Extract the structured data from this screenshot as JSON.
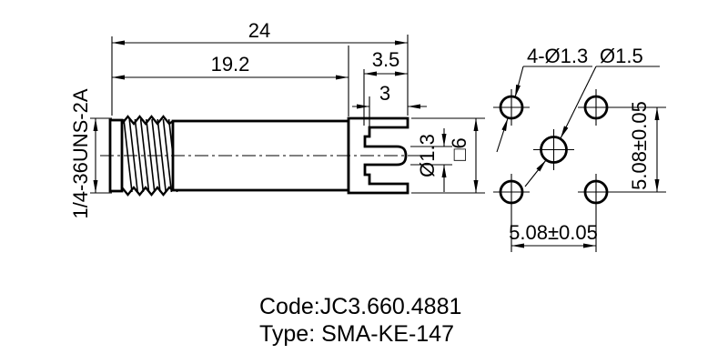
{
  "meta": {
    "background_color": "#ffffff",
    "line_color": "#000000",
    "drawing_kind": "connector technical drawing"
  },
  "side_view": {
    "thread_spec": "1/4-36UNS-2A",
    "dims": {
      "overall_length": "24",
      "body_length": "19.2",
      "mount_depth": "3.5",
      "tab_length": "3",
      "pin_diameter": "Ø1.3",
      "flange_square": "□6"
    }
  },
  "pad_view": {
    "corner_holes_label": "4-Ø1.3",
    "center_hole_label": "Ø1.5",
    "pitch_horizontal": "5.08±0.05",
    "pitch_vertical": "5.08±0.05"
  },
  "footer": {
    "code_line": "Code:JC3.660.4881",
    "type_line": "Type: SMA-KE-147"
  }
}
